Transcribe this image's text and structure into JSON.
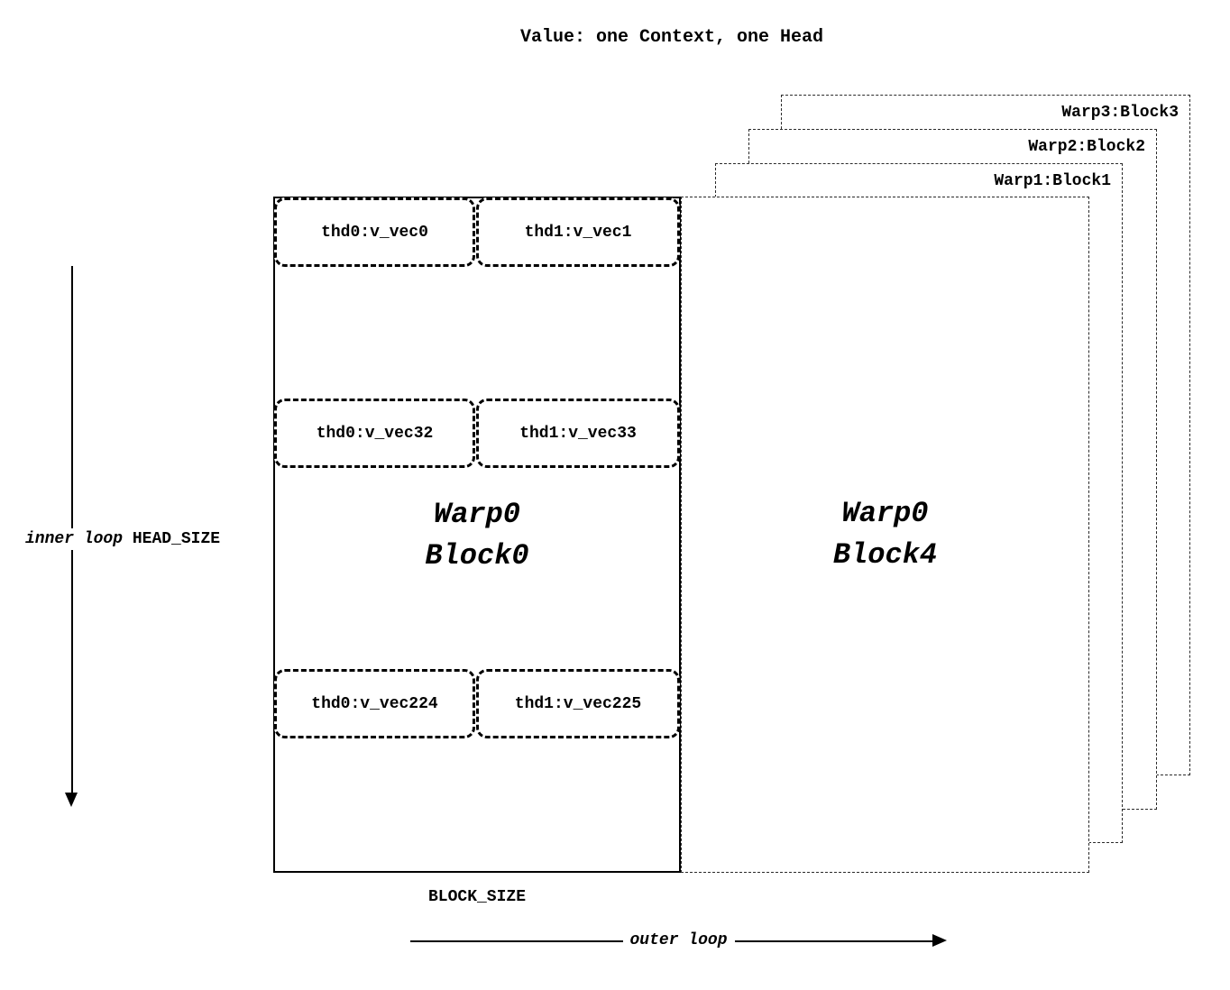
{
  "diagram": {
    "title": "Value: one Context, one Head",
    "axes": {
      "inner_loop_label": "inner loop",
      "inner_loop_dim": "HEAD_SIZE",
      "outer_loop_label": "outer loop",
      "block_size_label": "BLOCK_SIZE"
    },
    "front_block": {
      "name_line1": "Warp0",
      "name_line2": "Block0",
      "cells": [
        [
          "thd0:v_vec0",
          "thd1:v_vec1"
        ],
        [
          "thd0:v_vec32",
          "thd1:v_vec33"
        ],
        [
          "thd0:v_vec224",
          "thd1:v_vec225"
        ]
      ]
    },
    "second_block": {
      "name_line1": "Warp0",
      "name_line2": "Block4"
    },
    "background_blocks": [
      {
        "label": "Warp1:Block1"
      },
      {
        "label": "Warp2:Block2"
      },
      {
        "label": "Warp3:Block3"
      }
    ],
    "colors": {
      "line": "#000000",
      "background": "#ffffff"
    }
  }
}
